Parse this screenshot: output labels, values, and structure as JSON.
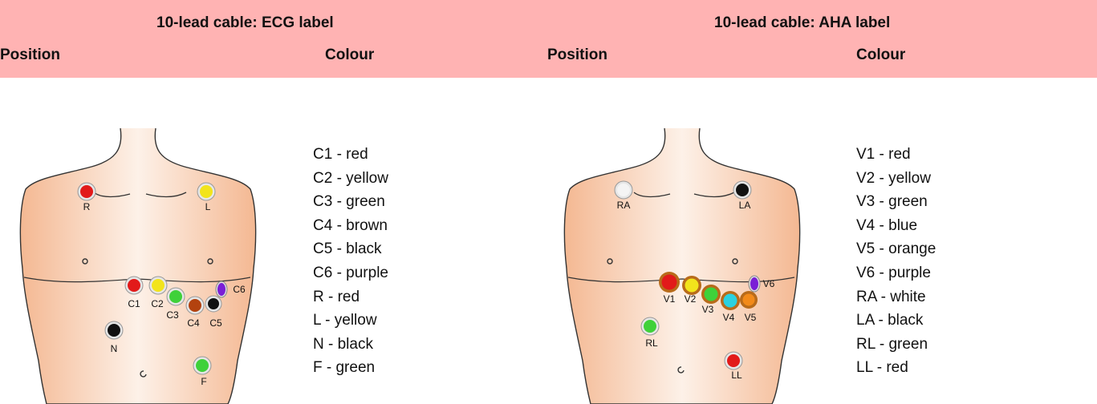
{
  "left": {
    "title": "10-lead cable: ECG label",
    "position_header": "Position",
    "colour_header": "Colour",
    "legend": [
      "C1 - red",
      "C2 - yellow",
      "C3 - green",
      "C4 - brown",
      "C5 - black",
      "C6 - purple",
      "R - red",
      "L - yellow",
      "N - black",
      "F - green"
    ],
    "electrodes": {
      "R": {
        "label": "R",
        "color": "#e21a1a"
      },
      "L": {
        "label": "L",
        "color": "#f2e41c"
      },
      "C1": {
        "label": "C1",
        "color": "#e21a1a"
      },
      "C2": {
        "label": "C2",
        "color": "#f2e41c"
      },
      "C3": {
        "label": "C3",
        "color": "#3fd13a"
      },
      "C4": {
        "label": "C4",
        "color": "#b3420f"
      },
      "C5": {
        "label": "C5",
        "color": "#111111"
      },
      "C6": {
        "label": "C6",
        "color": "#7a1fd6"
      },
      "N": {
        "label": "N",
        "color": "#111111"
      },
      "F": {
        "label": "F",
        "color": "#3fd13a"
      }
    }
  },
  "right": {
    "title": "10-lead cable: AHA label",
    "position_header": "Position",
    "colour_header": "Colour",
    "legend": [
      "V1 - red",
      "V2 - yellow",
      "V3 - green",
      "V4 - blue",
      "V5 - orange",
      "V6 - purple",
      "RA - white",
      "LA - black",
      "RL - green",
      "LL - red"
    ],
    "electrodes": {
      "RA": {
        "label": "RA",
        "color": "#f4f4f4"
      },
      "LA": {
        "label": "LA",
        "color": "#111111"
      },
      "V1": {
        "label": "V1",
        "color": "#e21a1a"
      },
      "V2": {
        "label": "V2",
        "color": "#f2e41c"
      },
      "V3": {
        "label": "V3",
        "color": "#3fd13a"
      },
      "V4": {
        "label": "V4",
        "color": "#2ad1e0"
      },
      "V5": {
        "label": "V5",
        "color": "#f28a1a"
      },
      "V6": {
        "label": "V6",
        "color": "#7a1fd6"
      },
      "RL": {
        "label": "RL",
        "color": "#3fd13a"
      },
      "LL": {
        "label": "LL",
        "color": "#e21a1a"
      }
    }
  },
  "colors": {
    "header_band": "#ffb3b3",
    "skin": "#f7c9a8",
    "chest_ring": "#b86b1a"
  }
}
